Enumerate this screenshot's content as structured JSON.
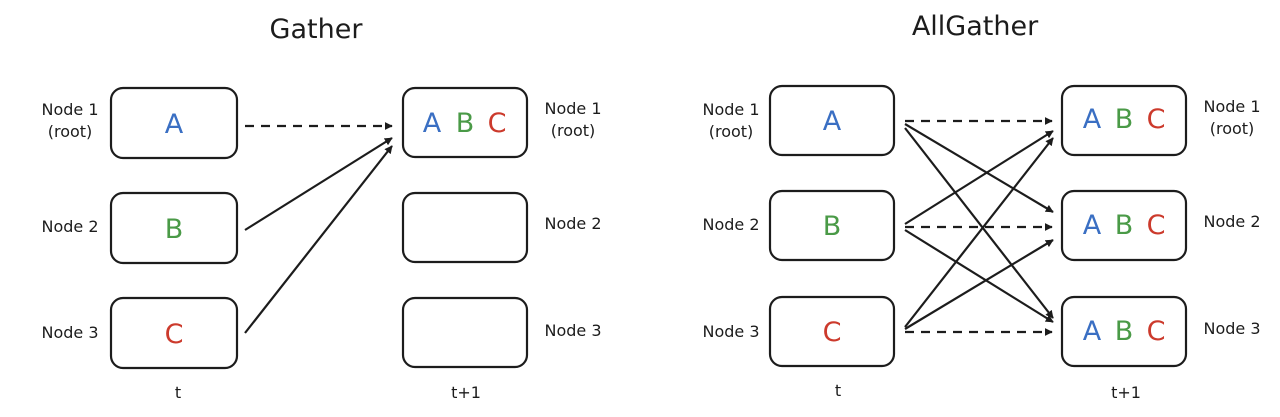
{
  "colors": {
    "A": "#3a6fc3",
    "B": "#4a9a47",
    "C": "#cc3a2c",
    "stroke": "#1c1c1c"
  },
  "gather": {
    "title": "Gather",
    "time_left": "t",
    "time_right": "t+1",
    "left_labels": [
      [
        "Node 1",
        "(root)"
      ],
      [
        "Node 2"
      ],
      [
        "Node 3"
      ]
    ],
    "right_labels": [
      [
        "Node 1",
        "(root)"
      ],
      [
        "Node 2"
      ],
      [
        "Node 3"
      ]
    ],
    "left_letters": [
      "A",
      "B",
      "C"
    ],
    "right_contents": [
      [
        "A",
        "B",
        "C"
      ],
      [],
      []
    ]
  },
  "allgather": {
    "title": "AllGather",
    "time_left": "t",
    "time_right": "t+1",
    "left_labels": [
      [
        "Node 1",
        "(root)"
      ],
      [
        "Node 2"
      ],
      [
        "Node 3"
      ]
    ],
    "right_labels": [
      [
        "Node 1",
        "(root)"
      ],
      [
        "Node 2"
      ],
      [
        "Node 3"
      ]
    ],
    "left_letters": [
      "A",
      "B",
      "C"
    ],
    "right_contents": [
      [
        "A",
        "B",
        "C"
      ],
      [
        "A",
        "B",
        "C"
      ],
      [
        "A",
        "B",
        "C"
      ]
    ]
  }
}
